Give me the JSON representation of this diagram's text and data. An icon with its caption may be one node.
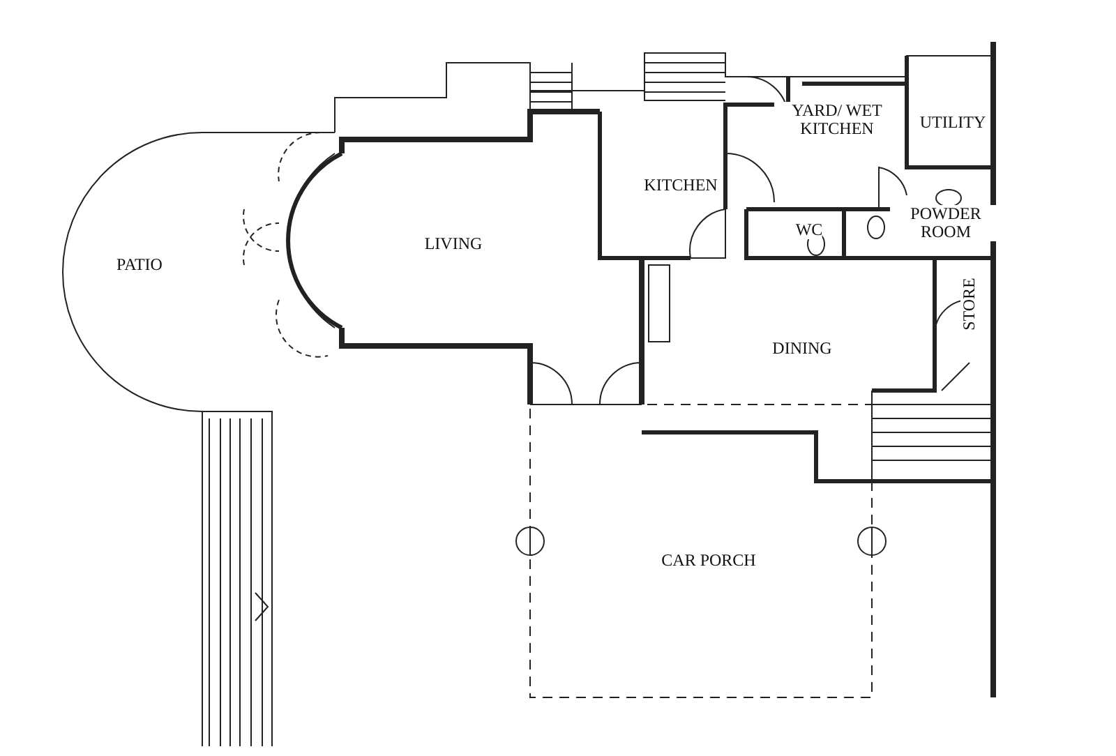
{
  "diagram": {
    "labels": [
      "YARD/ WET KITCHEN",
      "UTILITY",
      "KITCHEN",
      "WC",
      "POWDER ROOM",
      "LIVING",
      "PATIO",
      "STORE",
      "DINING",
      "CAR PORCH"
    ]
  }
}
